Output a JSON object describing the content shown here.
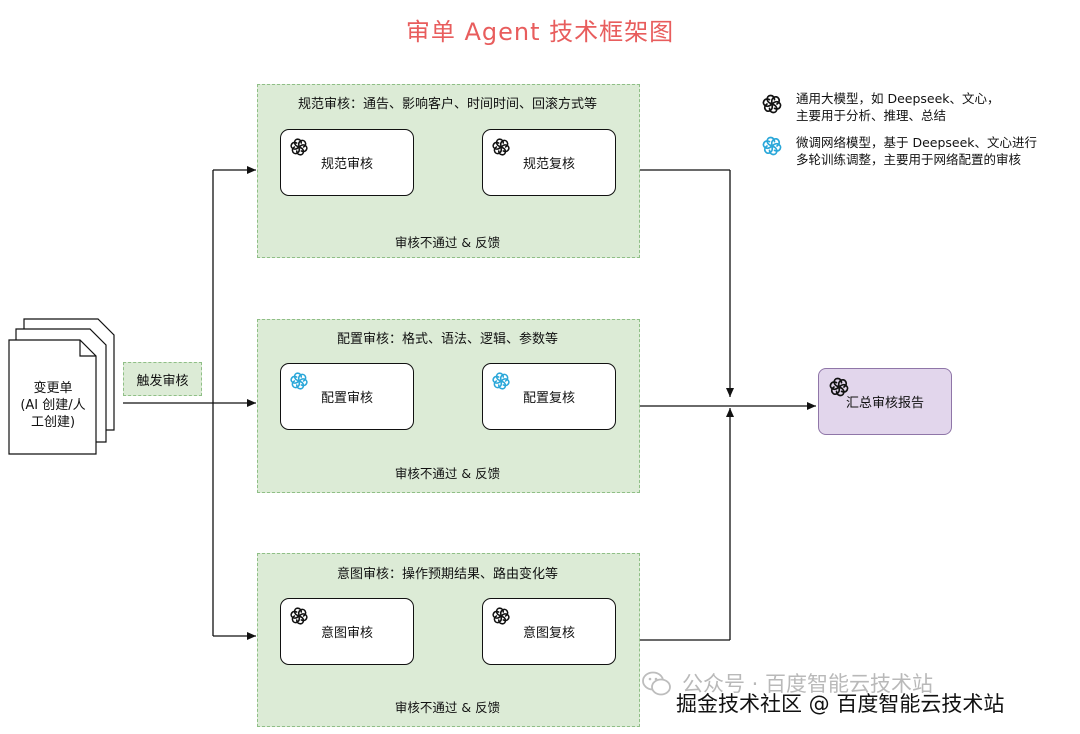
{
  "title": "审单 Agent 技术框架图",
  "document": {
    "label_lines": [
      "变更单",
      "(AI 创建/人",
      "工创建)"
    ]
  },
  "trigger": {
    "label": "触发审核"
  },
  "groups": [
    {
      "label": "规范审核：通告、影响客户、时间时间、回滚方式等",
      "review": {
        "label": "规范审核",
        "model": "general"
      },
      "recheck": {
        "label": "规范复核",
        "model": "general"
      },
      "feedback": "审核不通过 & 反馈"
    },
    {
      "label": "配置审核：格式、语法、逻辑、参数等",
      "review": {
        "label": "配置审核",
        "model": "finetuned"
      },
      "recheck": {
        "label": "配置复核",
        "model": "finetuned"
      },
      "feedback": "审核不通过 & 反馈"
    },
    {
      "label": "意图审核：操作预期结果、路由变化等",
      "review": {
        "label": "意图审核",
        "model": "general"
      },
      "recheck": {
        "label": "意图复核",
        "model": "general"
      },
      "feedback": "审核不通过 & 反馈"
    }
  ],
  "report": {
    "label": "汇总审核报告"
  },
  "legend": {
    "general": {
      "line1": "通用大模型，如 Deepseek、文心，",
      "line2": "主要用于分析、推理、总结",
      "icon": "openai-logo-icon",
      "color": "#111111"
    },
    "finetuned": {
      "line1": "微调网络模型，基于 Deepseek、文心进行",
      "line2": "多轮训练调整，主要用于网络配置的审核",
      "icon": "openai-logo-icon",
      "color": "#2aa7d9"
    }
  },
  "watermark": {
    "ghost": "公众号 · 百度智能云技术站",
    "text": "掘金技术社区 @ 百度智能云技术站",
    "icon": "wechat-icon"
  },
  "colors": {
    "title": "#e85d5d",
    "group_fill": "#dcebd6",
    "report_fill": "#e2d6ec"
  }
}
